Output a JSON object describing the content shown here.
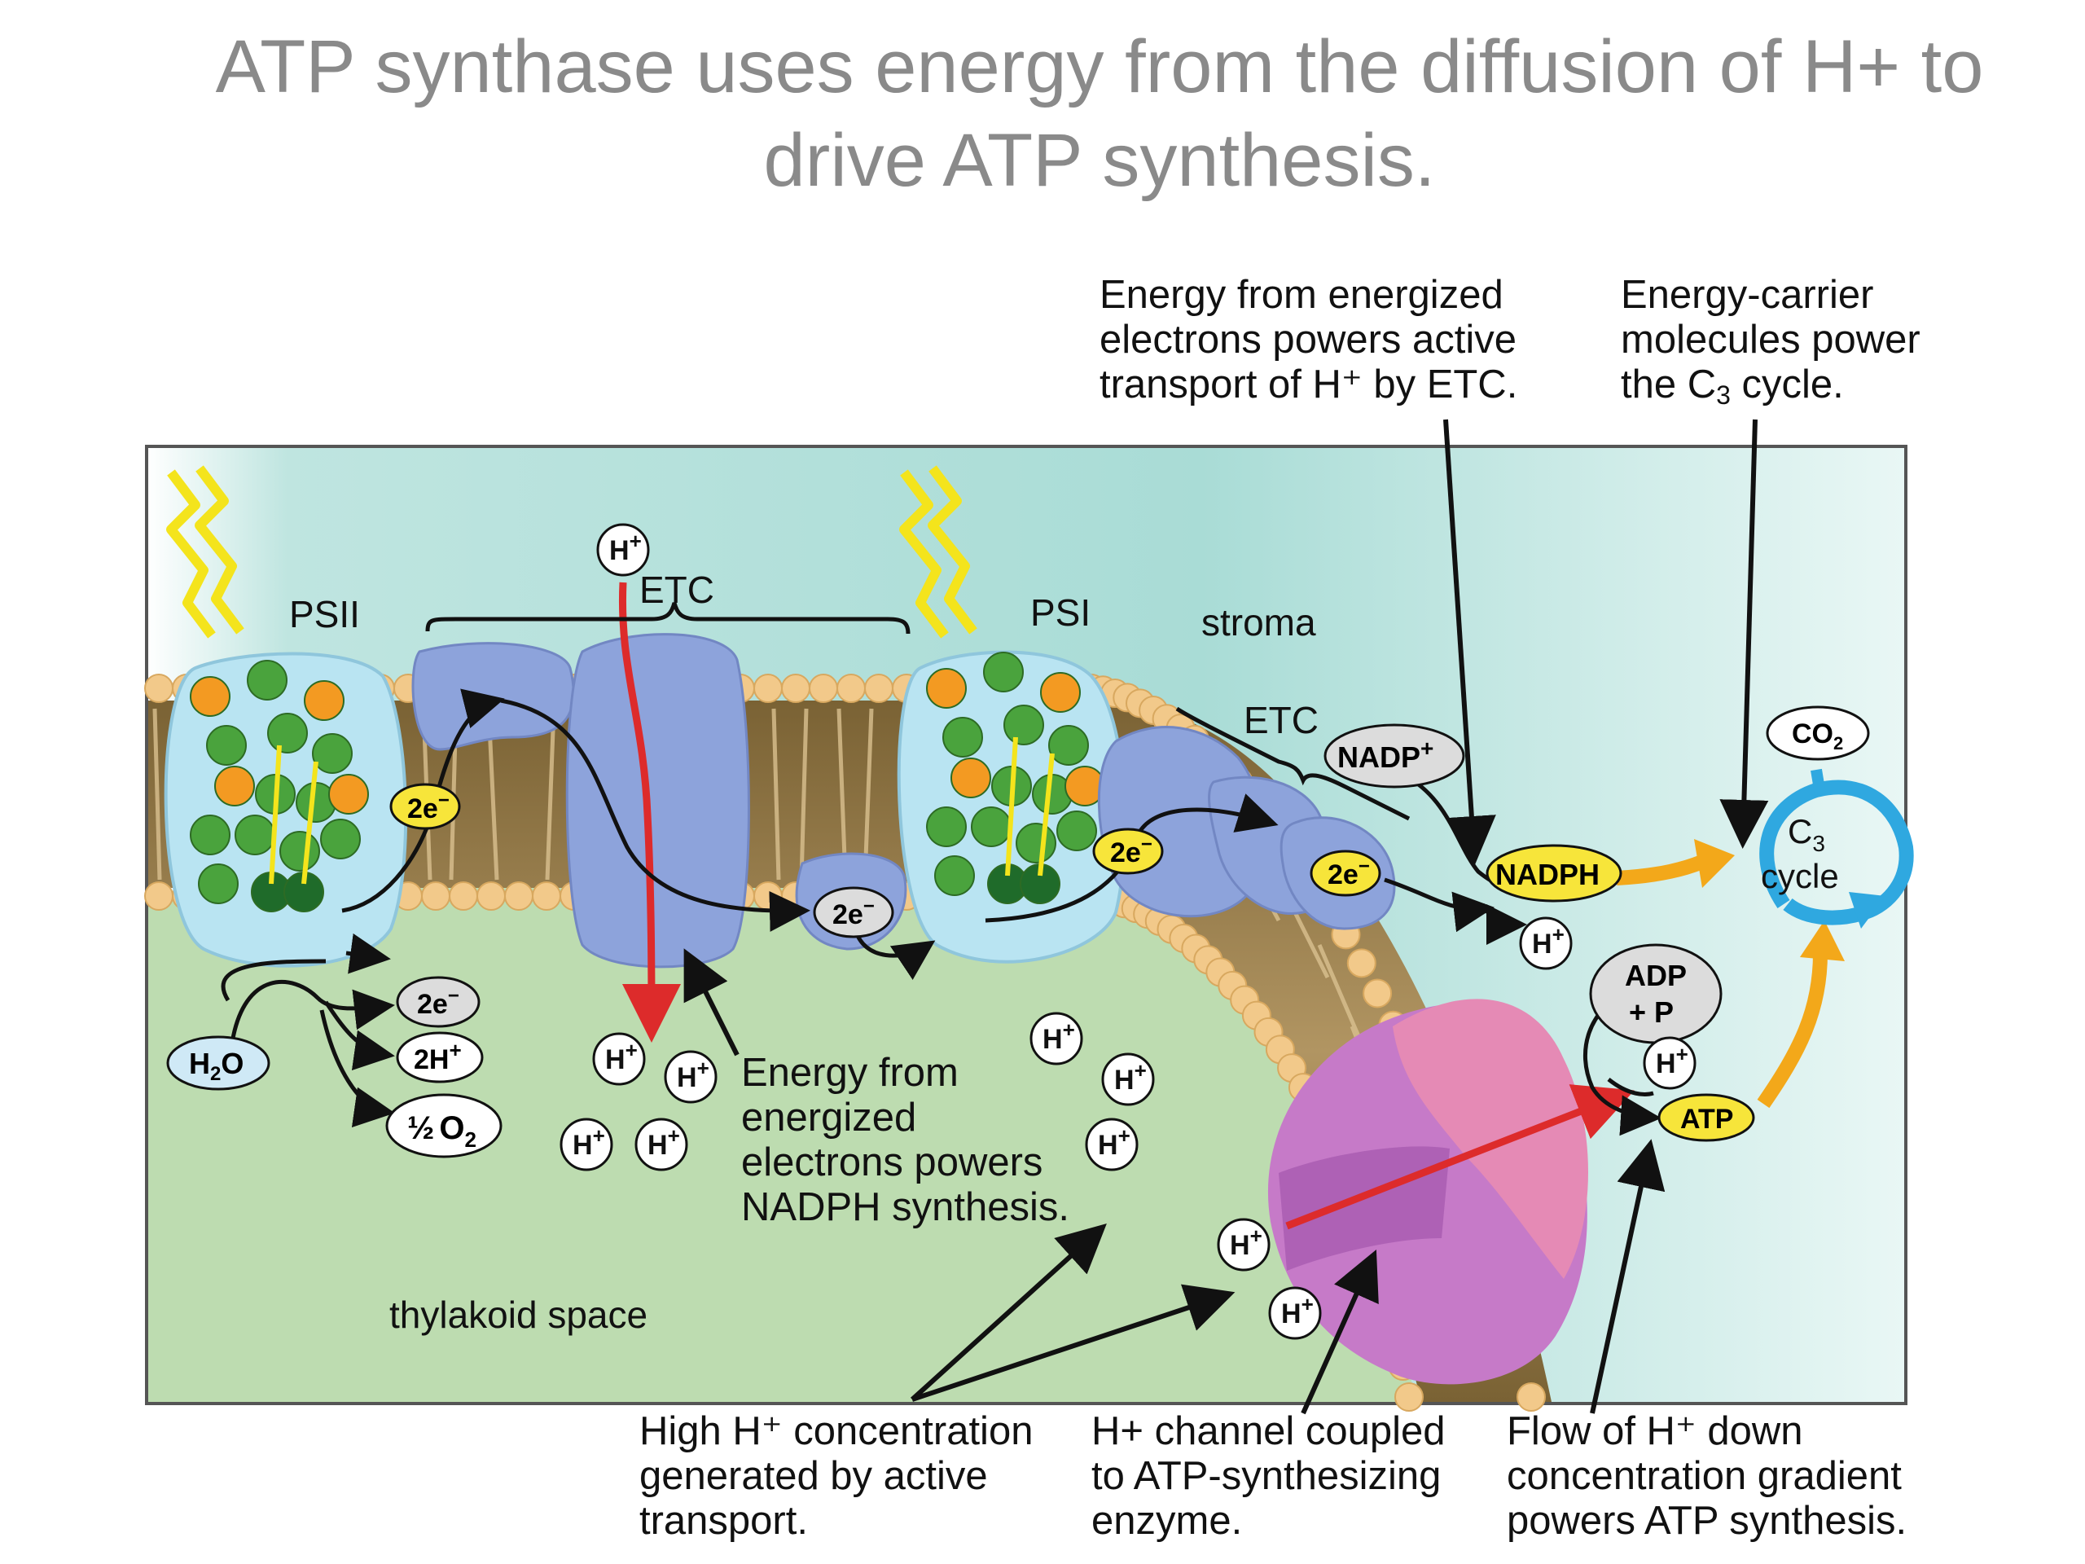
{
  "title": {
    "line1": "ATP synthase uses energy from the diffusion of H+ to",
    "line2": "drive ATP synthesis."
  },
  "callouts": {
    "etc_energy": [
      "Energy from energized",
      "electrons powers active",
      "transport of H⁺ by ETC."
    ],
    "energy_carrier": [
      "Energy-carrier",
      "molecules power",
      "the C",
      "3",
      " cycle."
    ],
    "nadph_energy": [
      "Energy from",
      "energized",
      "electrons powers",
      "NADPH synthesis."
    ],
    "high_h": [
      "High H⁺ concentration",
      "generated by active",
      "transport."
    ],
    "h_channel": [
      "H+ channel coupled",
      "to ATP-synthesizing",
      "enzyme."
    ],
    "flow_h": [
      "Flow of H⁺ down",
      "concentration gradient",
      "powers ATP synthesis."
    ]
  },
  "labels": {
    "psii": "PSII",
    "psi": "PSI",
    "etc_top": "ETC",
    "etc_right": "ETC",
    "stroma": "stroma",
    "thylakoid": "thylakoid space"
  },
  "molecules": {
    "h_ion": "H",
    "plus": "+",
    "two_e": "2e",
    "minus": "−",
    "nadp": "NADP",
    "nadph": "NADPH",
    "adp_line1": "ADP",
    "adp_line2": "+ P",
    "atp": "ATP",
    "co2": "CO",
    "co2_sub": "2",
    "c3": "C",
    "c3_sub": "3",
    "cycle": "cycle",
    "h2o": "H",
    "h2o_sub": "2",
    "h2o_o": "O",
    "two_h": "2H",
    "half": "½",
    "o2": "O",
    "o2_sub": "2"
  },
  "colors": {
    "stroma_bg": "#ffffff",
    "stroma_teal": "#a9dcd6",
    "thylakoid_bg": "#bddcb0",
    "membrane_head": "#f2c98a",
    "membrane_tail": "#a5894f",
    "protein_blue": "#8da3db",
    "photosystem": "#b9e4f2",
    "atp_synthase_pink": "#e58ab5",
    "atp_synthase_purple": "#c67ac8",
    "electron_yellow": "#f7e53a",
    "molecule_gray": "#dcdcdc",
    "proton_path_red": "#dd2b2b",
    "product_arrow_orange": "#f3a81a",
    "c3_cycle_blue": "#2fa8e0"
  }
}
